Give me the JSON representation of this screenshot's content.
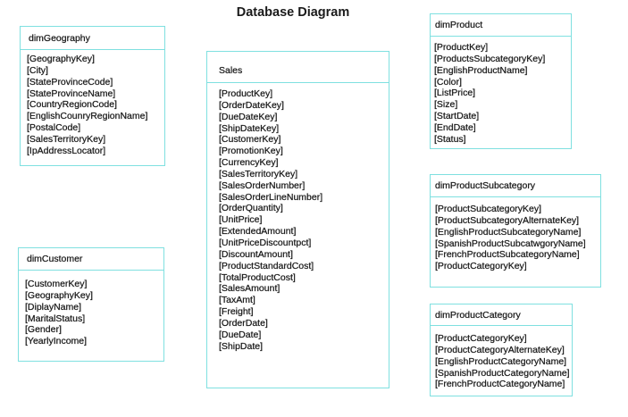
{
  "title": "Database Diagram",
  "border_color": "#7fe0e0",
  "tables": [
    {
      "name": "dimGeography",
      "fields": [
        "[GeographyKey]",
        "[City]",
        "[StateProvinceCode]",
        "[StateProvinceName]",
        "[CountryRegionCode]",
        "[EnglishCounryRegionName]",
        "[PostalCode]",
        "[SalesTerritoryKey]",
        "[IpAddressLocator]"
      ]
    },
    {
      "name": "Sales",
      "fields": [
        "[ProductKey]",
        "[OrderDateKey]",
        "[DueDateKey]",
        "[ShipDateKey]",
        "[CustomerKey]",
        "[PromotionKey]",
        "[CurrencyKey]",
        "[SalesTerritoryKey]",
        "[SalesOrderNumber]",
        "[SalesOrderLineNumber]",
        "[OrderQuantity]",
        "[UnitPrice]",
        "[ExtendedAmount]",
        "[UnitPriceDiscountpct]",
        "[DiscountAmount]",
        "[ProductStandardCost]",
        "[TotalProductCost]",
        "[SalesAmount]",
        "[TaxAmt]",
        "[Freight]",
        "[OrderDate]",
        "[DueDate]",
        "[ShipDate]"
      ]
    },
    {
      "name": "dimCustomer",
      "fields": [
        "[CustomerKey]",
        "[GeographyKey]",
        "[DiplayName]",
        "[MaritalStatus]",
        "[Gender]",
        "[YearlyIncome]"
      ]
    },
    {
      "name": "dimProduct",
      "fields": [
        "[ProductKey]",
        "[ProductsSubcategoryKey]",
        "[EnglishProductName]",
        "[Color]",
        "[ListPrice]",
        "[Size]",
        "[StartDate]",
        "[EndDate]",
        "[Status]"
      ]
    },
    {
      "name": "dimProductSubcategory",
      "fields": [
        "[ProductSubcategoryKey]",
        "[ProductSubcategoryAlternateKey]",
        "[EnglishProductSubcategoryName]",
        "[SpanishProductSubcatwgoryName]",
        "[FrenchProductSubcategoryName]",
        "[ProductCategoryKey]"
      ]
    },
    {
      "name": "dimProductCategory",
      "fields": [
        "[ProductCategoryKey]",
        "[ProductCategoryAlternateKey]",
        "[EnglishProductCategoryName]",
        "[SpanishProductCategoryName]",
        "[FrenchProductCategoryName]"
      ]
    }
  ]
}
